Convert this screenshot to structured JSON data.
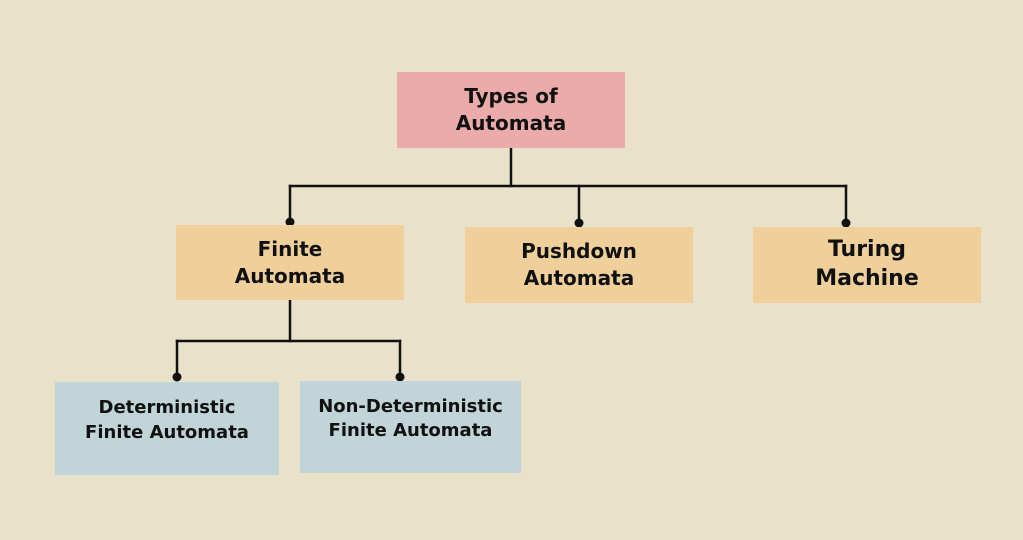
{
  "diagram": {
    "title": "Types of Automata",
    "colors": {
      "background": "#eae1cb",
      "root_fill": "#eaabaa",
      "level1_fill": "#f0d09a",
      "level2_fill": "#c1d4d8",
      "line": "#111111",
      "text": "#111111"
    },
    "nodes": {
      "root": {
        "label": "Types of\nAutomata"
      },
      "finite": {
        "label": "Finite\nAutomata"
      },
      "pushdown": {
        "label": "Pushdown\nAutomata"
      },
      "turing": {
        "label": "Turing\nMachine"
      },
      "dfa": {
        "label": "Deterministic\nFinite Automata"
      },
      "nfa": {
        "label": "Non-Deterministic\nFinite Automata"
      }
    },
    "edges": [
      {
        "from": "root",
        "to": "finite"
      },
      {
        "from": "root",
        "to": "pushdown"
      },
      {
        "from": "root",
        "to": "turing"
      },
      {
        "from": "finite",
        "to": "dfa"
      },
      {
        "from": "finite",
        "to": "nfa"
      }
    ]
  }
}
